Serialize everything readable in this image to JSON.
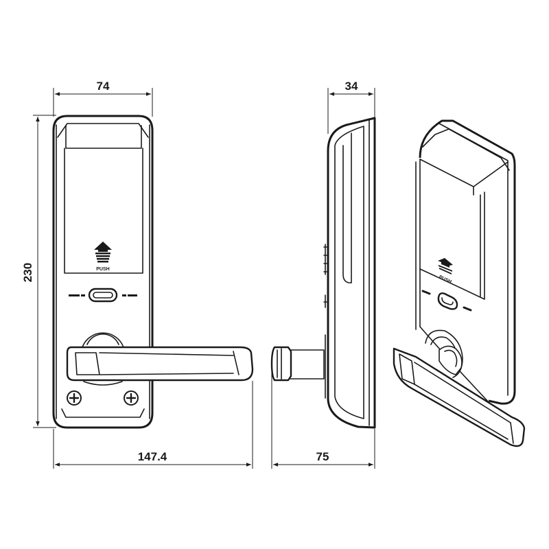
{
  "dimensions": {
    "front_width": "74",
    "front_height": "230",
    "front_total_width": "147.4",
    "side_width": "34",
    "side_depth": "75"
  },
  "labels": {
    "push": "PUSH"
  },
  "colors": {
    "line": "#1a1a1a",
    "background": "#ffffff"
  },
  "icons": {
    "push_arrow": "house-arrow-icon",
    "screw": "phillips-screw-icon",
    "fingerprint_window": "sensor-slot-icon"
  }
}
